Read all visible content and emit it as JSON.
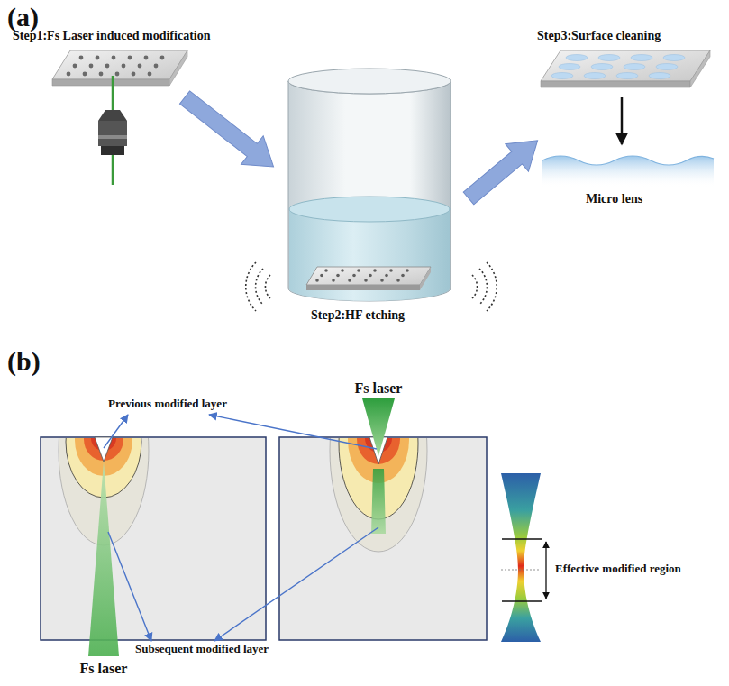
{
  "diagram": {
    "labels": [
      "(a)",
      "Step1:Fs Laser induced modification",
      "Step2:HF etching",
      "Step3:Surface cleaning",
      "Micro lens",
      "(b)",
      "Previous modified layer",
      "Fs laser",
      "Fs laser",
      "Subsequent modified layer",
      "Effective modified region"
    ]
  }
}
